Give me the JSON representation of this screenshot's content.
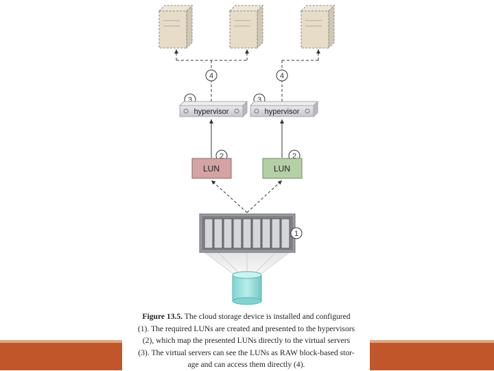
{
  "colors": {
    "bottom_bar": "#c0562a",
    "bottom_bar_light": "#e8a27a",
    "server": "#e6dcc8",
    "hypervisor": "#d9d9de",
    "lun_red": "#d4a3a3",
    "lun_green": "#b5cfa7",
    "storage_body": "#9a9ca0",
    "cylinder": "#9fe3e0"
  },
  "icons": {
    "server": "server-tower-icon",
    "storage": "storage-array-icon",
    "disk": "disk-cylinder-icon"
  },
  "diagram": {
    "step_labels": {
      "one": "1",
      "two": "2",
      "three": "3",
      "four": "4"
    },
    "hypervisor_label": "hypervisor",
    "lun_label": "LUN"
  },
  "caption": {
    "figure_label": "Figure 13.5.",
    "line1_rest": " The cloud storage device is installed and configured",
    "line2": "(1). The required LUNs are created and presented to the hypervisors",
    "line3": "(2), which map the presented LUNs directly to the virtual servers",
    "line4": "(3). The virtual servers can see the LUNs as RAW block-based stor-",
    "line5": "age and can access them directly (4)."
  }
}
